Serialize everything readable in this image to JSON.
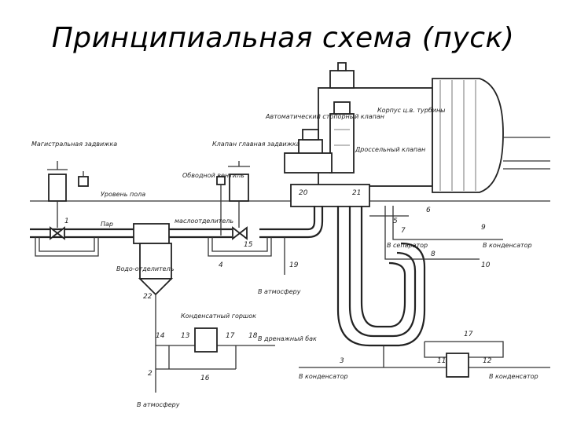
{
  "title": "Принципиальная схема (пуск)",
  "labels": {
    "main_valve": "Магистральная задвижка",
    "bypass_valve": "Обводной вентиль",
    "main_gate": "Клапан главная задвижка",
    "auto_stop": "Автоматический стопорный клапан",
    "turbine_body": "Корпус ц.в. турбины",
    "throttle_valve": "Дроссельный клапан",
    "floor_level": "Уровень пола",
    "steam": "Пар",
    "separator": "маслоотделитель",
    "water_separator": "Водо-отделитель",
    "condensate_pot": "Конденсатный горшок",
    "to_atmosphere_1": "В атмосферу",
    "to_atmosphere_2": "В атмосферу",
    "to_drain_tank": "В дренажный бак",
    "to_separator": "В сепаратор",
    "to_condenser_1": "В конденсатор",
    "to_condenser_2": "В конденсатор",
    "to_condenser_3": "В конденсатор"
  },
  "numbers": [
    "1",
    "15",
    "4",
    "19",
    "22",
    "14",
    "13",
    "17",
    "18",
    "16",
    "2",
    "20",
    "21",
    "5",
    "7",
    "6",
    "9",
    "8",
    "10",
    "3",
    "11",
    "12",
    "17"
  ]
}
